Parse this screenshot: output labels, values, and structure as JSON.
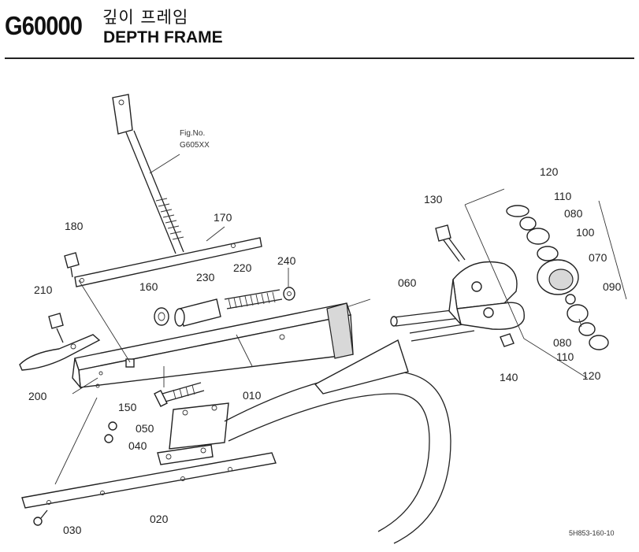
{
  "header": {
    "code": "G60000",
    "title_korean": "깊이 프레임",
    "title_english": "DEPTH FRAME"
  },
  "reference": {
    "fig_label": "Fig.No.",
    "fig_number": "G605XX"
  },
  "callouts": {
    "p010": "010",
    "p020": "020",
    "p030": "030",
    "p040": "040",
    "p050": "050",
    "p060": "060",
    "p070": "070",
    "p080a": "080",
    "p080b": "080",
    "p090": "090",
    "p100": "100",
    "p110a": "110",
    "p110b": "110",
    "p120a": "120",
    "p120b": "120",
    "p130": "130",
    "p140": "140",
    "p150": "150",
    "p160": "160",
    "p170": "170",
    "p180": "180",
    "p200": "200",
    "p210": "210",
    "p220": "220",
    "p230": "230",
    "p240": "240"
  },
  "footer": {
    "drawing_number": "5H853-160-10"
  }
}
